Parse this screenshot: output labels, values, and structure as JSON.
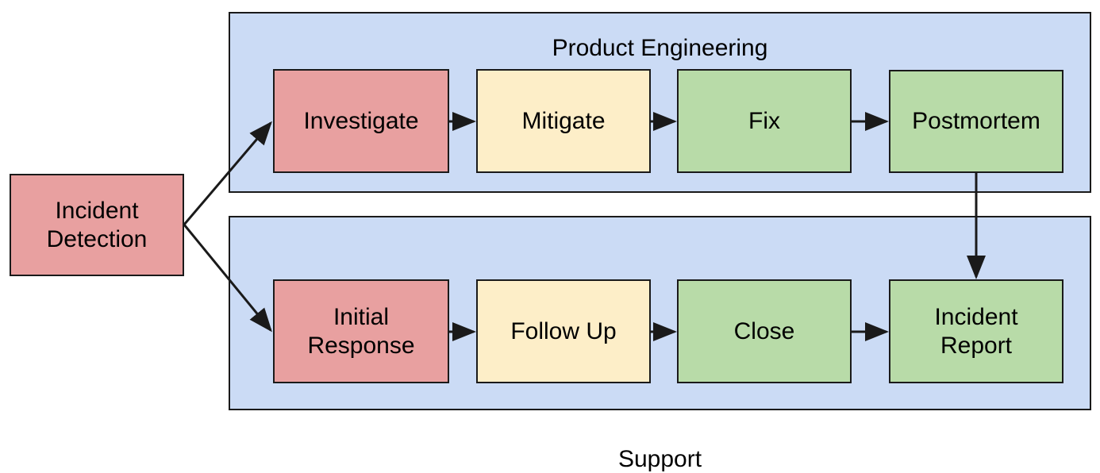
{
  "diagram": {
    "type": "flowchart",
    "title": "",
    "colors": {
      "lane_fill": "#cbdbf5",
      "stroke": "#1a1a1a",
      "red_fill": "#e8a0a0",
      "yellow_fill": "#fdeec8",
      "green_fill": "#b8dba8",
      "background": "#ffffff"
    },
    "lanes": [
      {
        "id": "lane-product-engineering",
        "label": "Product Engineering"
      },
      {
        "id": "lane-support",
        "label": "Support"
      }
    ],
    "nodes": [
      {
        "id": "incident-detection",
        "label": "Incident\nDetection",
        "color": "red"
      },
      {
        "id": "investigate",
        "label": "Investigate",
        "color": "red"
      },
      {
        "id": "mitigate",
        "label": "Mitigate",
        "color": "yellow"
      },
      {
        "id": "fix",
        "label": "Fix",
        "color": "green"
      },
      {
        "id": "postmortem",
        "label": "Postmortem",
        "color": "green"
      },
      {
        "id": "initial-response",
        "label": "Initial\nResponse",
        "color": "red"
      },
      {
        "id": "follow-up",
        "label": "Follow Up",
        "color": "yellow"
      },
      {
        "id": "close",
        "label": "Close",
        "color": "green"
      },
      {
        "id": "incident-report",
        "label": "Incident\nReport",
        "color": "green"
      }
    ],
    "edges": [
      {
        "from": "incident-detection",
        "to": "investigate"
      },
      {
        "from": "incident-detection",
        "to": "initial-response"
      },
      {
        "from": "investigate",
        "to": "mitigate"
      },
      {
        "from": "mitigate",
        "to": "fix"
      },
      {
        "from": "fix",
        "to": "postmortem"
      },
      {
        "from": "postmortem",
        "to": "incident-report"
      },
      {
        "from": "initial-response",
        "to": "follow-up"
      },
      {
        "from": "follow-up",
        "to": "close"
      },
      {
        "from": "close",
        "to": "incident-report"
      }
    ]
  }
}
